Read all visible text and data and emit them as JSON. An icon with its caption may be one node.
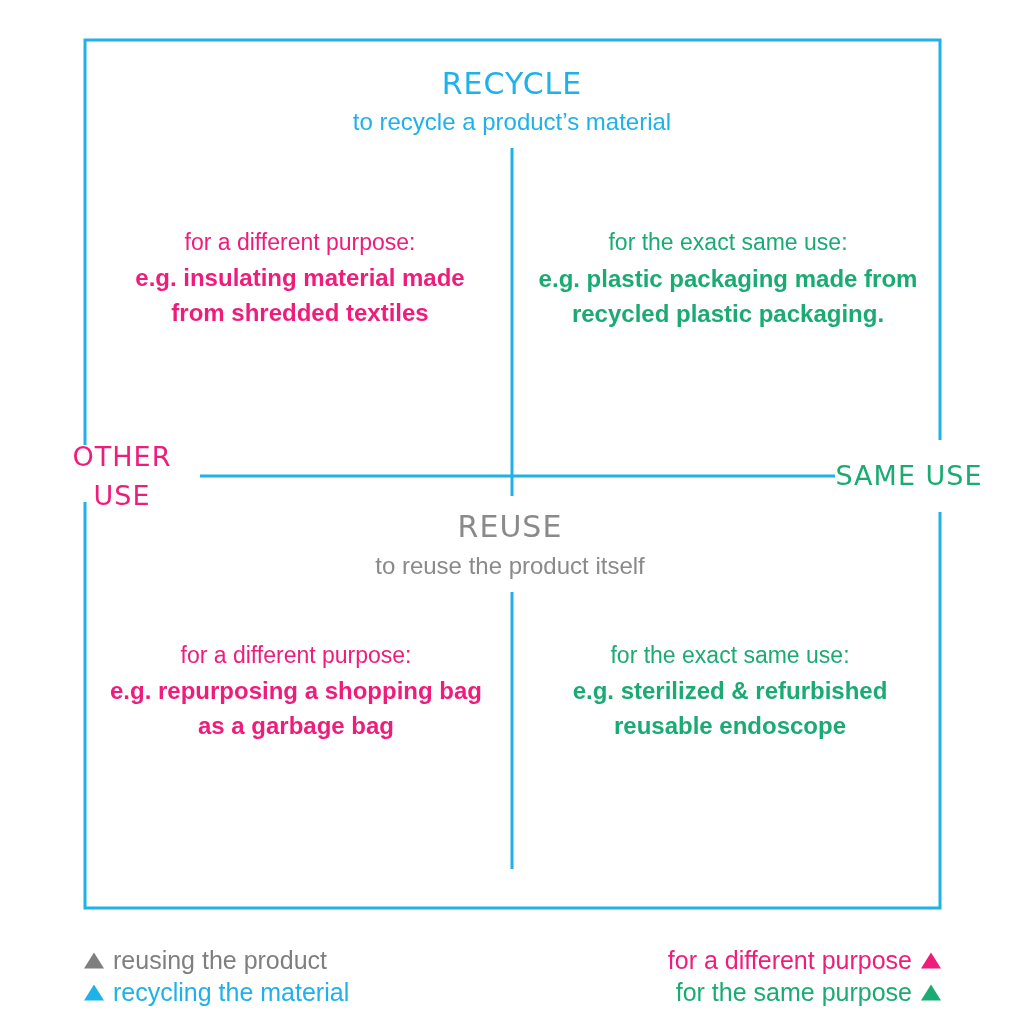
{
  "diagram": {
    "labels": [
      "RECYCLE",
      "to recycle a product’s material",
      "for a different purpose:",
      "e.g. insulating material made from shredded textiles",
      "for the exact same use:",
      "e.g. plastic packaging made from recycled plastic packaging.",
      "OTHER USE",
      "SAME USE",
      "REUSE",
      "to reuse the product itself",
      "for a different purpose:",
      "e.g. repurposing a shopping bag as a garbage bag",
      "for the exact same use:",
      "e.g. sterilized & refurbished reusable endoscope"
    ],
    "legend": [
      {
        "text": "reusing the product",
        "color": "#7f7f7f"
      },
      {
        "text": "recycling the material",
        "color": "#1eb1ea"
      },
      {
        "text": "for a different purpose",
        "color": "#ef1c7c"
      },
      {
        "text": "for the same purpose",
        "color": "#1aab73"
      }
    ]
  }
}
